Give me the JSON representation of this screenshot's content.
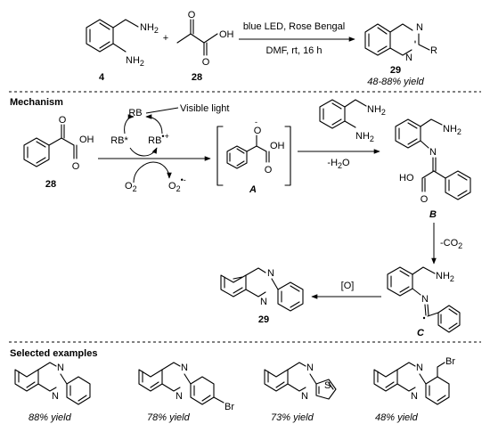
{
  "reaction": {
    "reagent_a_label": "4",
    "reagent_b_label": "28",
    "product_label": "29",
    "plus": "+",
    "conditions_top": "blue LED, Rose Bengal",
    "conditions_bottom": "DMF,  rt,  16 h",
    "yield_range": "48-88% yield",
    "nh2": "NH",
    "sub2": "2",
    "oh": "OH",
    "o": "O",
    "n": "N",
    "r": "R"
  },
  "mechanism": {
    "heading": "Mechanism",
    "visible_light": "Visible light",
    "rb": "RB",
    "rb_star": "RB*",
    "rb_radical": "RB",
    "o2": "O",
    "o2_sub": "2",
    "superoxide": "O",
    "intermediate_a": "A",
    "intermediate_b": "B",
    "intermediate_c": "C",
    "start_label": "28",
    "product_label": "29",
    "minus_water": "-H",
    "water_sub": "2",
    "water_o": "O",
    "minus_co2": "-CO",
    "co2_sub": "2",
    "oxidation": "[O]",
    "ho": "HO",
    "nh2": "NH",
    "sub2": "2",
    "n": "N",
    "o": "O",
    "oh": "OH"
  },
  "examples": {
    "heading": "Selected examples",
    "items": [
      {
        "yield": "88% yield",
        "substituent": ""
      },
      {
        "yield": "78% yield",
        "substituent": "Br"
      },
      {
        "yield": "73% yield",
        "substituent": "S"
      },
      {
        "yield": "48% yield",
        "substituent": "Br"
      }
    ]
  }
}
